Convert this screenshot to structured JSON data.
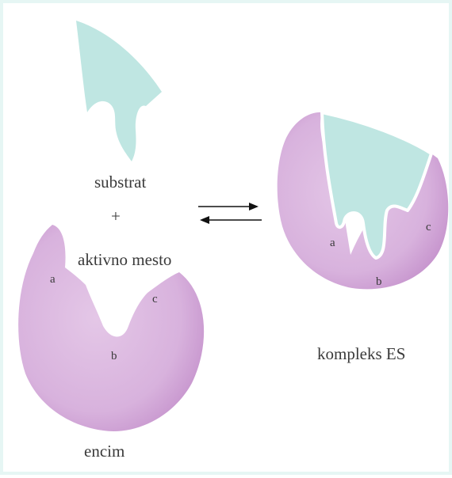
{
  "labels": {
    "substrate": "substrat",
    "plus": "+",
    "active_site": "aktivno mesto",
    "enzyme": "encim",
    "complex": "kompleks ES",
    "site_a": "a",
    "site_b": "b",
    "site_c": "c"
  },
  "colors": {
    "enzyme": "#dab6df",
    "enzyme_shade": "#c592cc",
    "substrate": "#bfe6e2",
    "frame": "#e6f6f4",
    "text": "#3a3a3a"
  }
}
